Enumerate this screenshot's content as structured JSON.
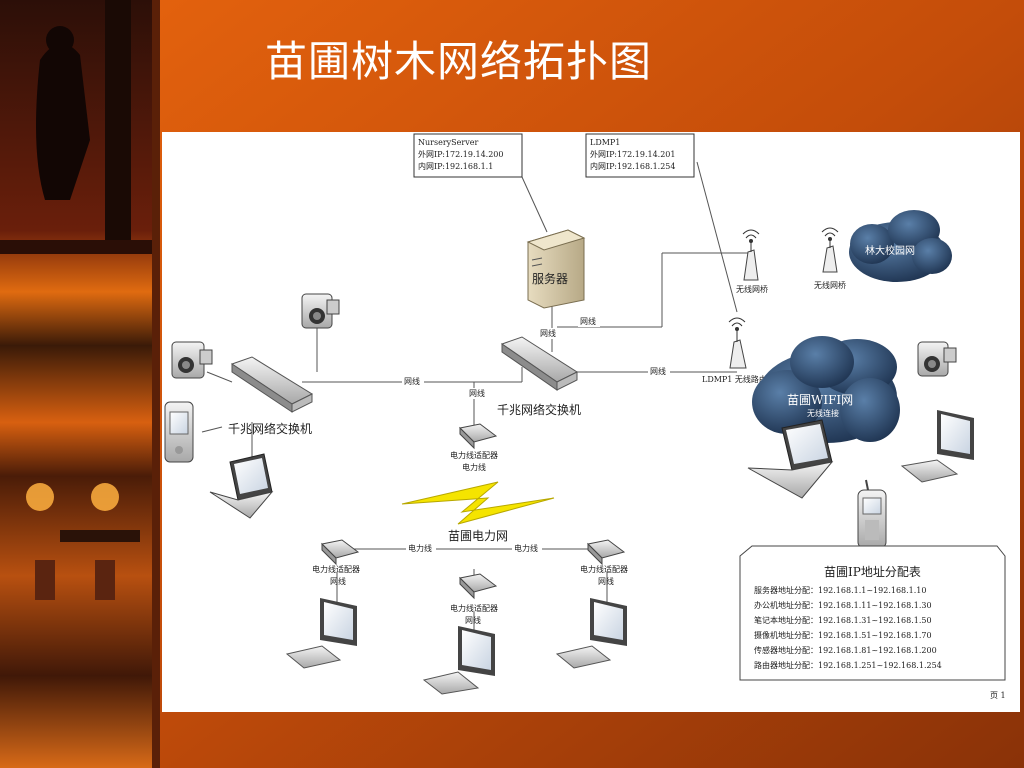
{
  "slide": {
    "title": "苗圃树木网络拓扑图",
    "page_number": "页 1"
  },
  "server_box": {
    "name": "NurseryServer",
    "external_ip": "外网IP:172.19.14.200",
    "internal_ip": "内网IP:192.168.1.1"
  },
  "router_box": {
    "name": "LDMP1",
    "external_ip": "外网IP:172.19.14.201",
    "internal_ip": "内网IP:192.168.1.254"
  },
  "labels": {
    "server": "服务器",
    "main_switch": "千兆网络交换机",
    "left_switch": "千兆网络交换机",
    "wireless_bridge_1": "无线网桥",
    "wireless_bridge_2": "无线网桥",
    "campus_network": "林大校园网",
    "wifi_network": "苗圃WIFI网",
    "wireless_connection": "无线连接",
    "router": "LDMP1 无线路由器",
    "power_network": "苗圃电力网",
    "cable_1": "网线",
    "cable_2": "网线",
    "cable_3": "网线",
    "cable_4": "网线",
    "cable_5": "网线",
    "plc_top_name": "电力线适配器",
    "plc_top_line": "电力线",
    "plc_left_name": "电力线适配器",
    "plc_left_line": "网线",
    "plc_mid_name": "电力线适配器",
    "plc_mid_line": "网线",
    "plc_right_name": "电力线适配器",
    "plc_right_line": "网线",
    "power_line_left": "电力线",
    "power_line_right": "电力线"
  },
  "ip_table": {
    "title": "苗圃IP地址分配表",
    "rows": [
      "服务器地址分配：192.168.1.1~192.168.1.10",
      "办公机地址分配：192.168.1.11~192.168.1.30",
      "笔记本地址分配：192.168.1.31~192.168.1.50",
      "摄像机地址分配：192.168.1.51~192.168.1.70",
      "传感器地址分配：192.168.1.81~192.168.1.200",
      "路由器地址分配：192.168.1.251~192.168.1.254"
    ]
  },
  "colors": {
    "slide_background": "#a3410a",
    "left_strip": "#3a1808",
    "cloud": "#233b57",
    "lightning": "#f5e400"
  }
}
